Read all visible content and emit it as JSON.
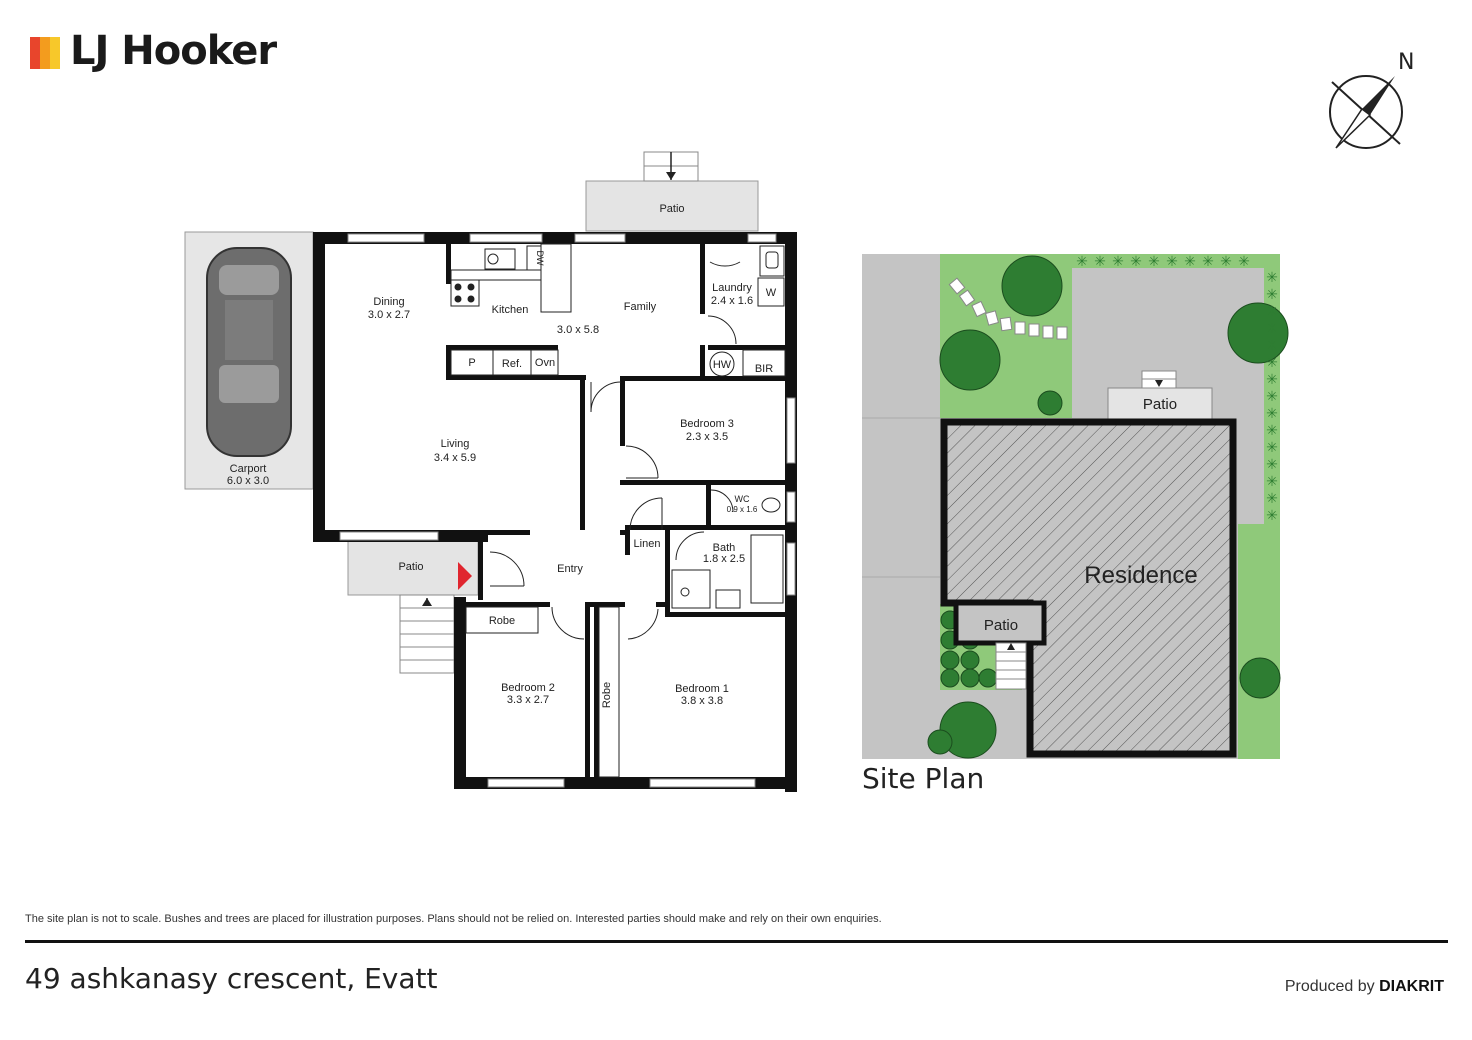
{
  "brand": {
    "name": "LJ Hooker",
    "bar_colors": [
      "#e8452c",
      "#f39c1e",
      "#f7c82a"
    ]
  },
  "compass": {
    "label": "N"
  },
  "floor_plan": {
    "rooms": {
      "dining": {
        "name": "Dining",
        "size": "3.0 x 2.7"
      },
      "kitchen": {
        "name": "Kitchen"
      },
      "family": {
        "name": "Family",
        "size": "3.0 x 5.8"
      },
      "laundry": {
        "name": "Laundry",
        "size": "2.4 x 1.6"
      },
      "living": {
        "name": "Living",
        "size": "3.4 x 5.9"
      },
      "bedroom3": {
        "name": "Bedroom 3",
        "size": "2.3 x 3.5"
      },
      "wc": {
        "name": "WC",
        "size": "0.9 x 1.6"
      },
      "bath": {
        "name": "Bath",
        "size": "1.8 x 2.5"
      },
      "entry": {
        "name": "Entry"
      },
      "linen": {
        "name": "Linen"
      },
      "bedroom2": {
        "name": "Bedroom 2",
        "size": "3.3 x 2.7"
      },
      "bedroom1": {
        "name": "Bedroom 1",
        "size": "3.8 x 3.8"
      },
      "carport": {
        "name": "Carport",
        "size": "6.0 x 3.0"
      },
      "patio_front": {
        "name": "Patio"
      },
      "patio_rear": {
        "name": "Patio"
      }
    },
    "fixtures": {
      "dw": "DW",
      "pantry": "P",
      "ref": "Ref.",
      "oven": "Ovn",
      "w": "W",
      "hw": "HW",
      "bir": "BIR",
      "robe_b2": "Robe",
      "robe_b1": "Robe"
    }
  },
  "site_plan": {
    "title": "Site Plan",
    "residence": "Residence",
    "patio_rear": "Patio",
    "patio_front": "Patio"
  },
  "disclaimer": "The site plan is not to scale. Bushes and trees are placed for illustration purposes. Plans should not be relied on. Interested parties should make and rely on their own enquiries.",
  "address": "49 ashkanasy crescent, Evatt",
  "produced_by": {
    "prefix": "Produced by",
    "brand": "DIAKRIT"
  },
  "colors": {
    "wall": "#111111",
    "patio": "#e4e4e4",
    "lawn": "#8fc97a",
    "paving": "#c4c4c4",
    "tree": "#2e7d32",
    "marker": "#e0262f"
  }
}
